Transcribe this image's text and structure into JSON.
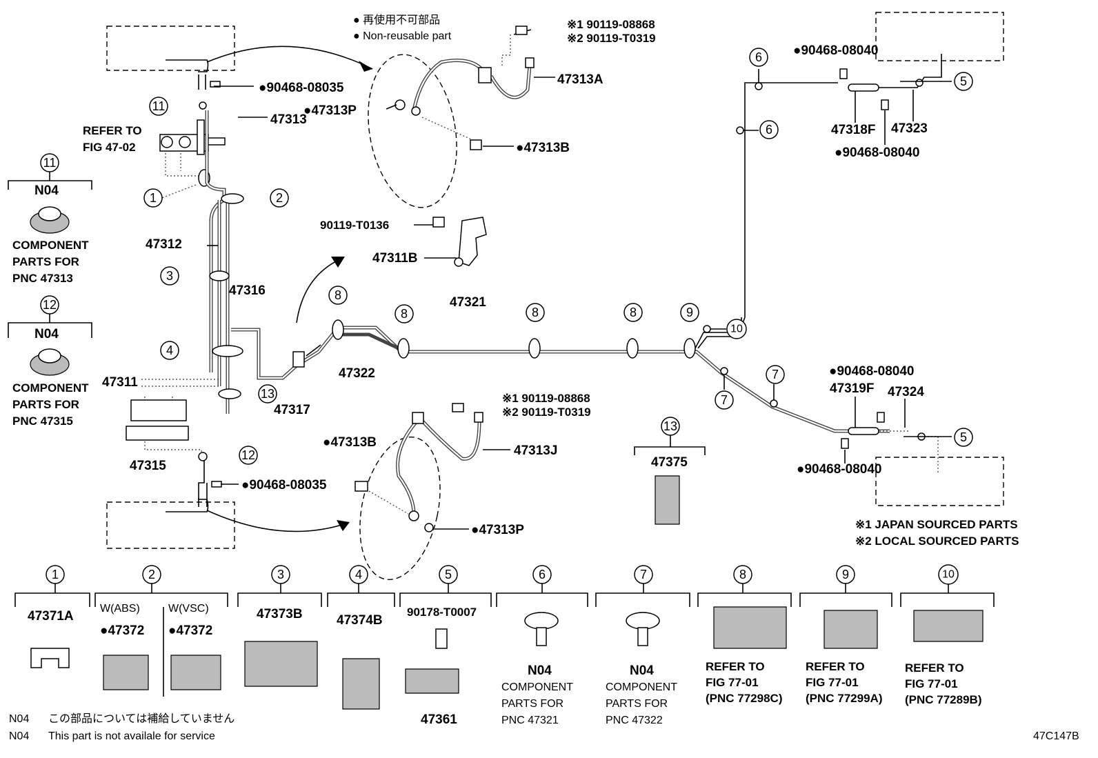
{
  "legend": {
    "jp": "● 再使用不可部品",
    "en": "● Non-reusable part",
    "note1": "※1 JAPAN SOURCED PARTS",
    "note2": "※2 LOCAL SOURCED PARTS"
  },
  "n04_note": {
    "code1": "N04",
    "jp": "この部品については補給していません",
    "code2": "N04",
    "en": "This part is not availale for service"
  },
  "figure_id": "47C147B",
  "refer_fig": {
    "line1": "REFER TO",
    "line2": "FIG 47-02"
  },
  "callouts": {
    "c1": "1",
    "c2": "2",
    "c3": "3",
    "c4": "4",
    "c5": "5",
    "c6": "6",
    "c7": "7",
    "c8": "8",
    "c9": "9",
    "c10": "10",
    "c11": "11",
    "c12": "12",
    "c13": "13"
  },
  "labels": {
    "p47313": "47313",
    "p47312": "47312",
    "p47316": "47316",
    "p47311": "47311",
    "p47317": "47317",
    "p47315": "47315",
    "p47322": "47322",
    "p47321": "47321",
    "p47311B": "47311B",
    "p90119_T0136": "90119-T0136",
    "p47313P_top": "●47313P",
    "p47313A": "47313A",
    "p47313B_top": "●47313B",
    "s1_top": "※1 90119-08868",
    "s2_top": "※2 90119-T0319",
    "p90468_08035_top": "●90468-08035",
    "p90468_08035_bot": "●90468-08035",
    "s1_bot": "※1 90119-08868",
    "s2_bot": "※2 90119-T0319",
    "p47313J": "47313J",
    "p47313B_bot": "●47313B",
    "p47313P_bot": "●47313P",
    "p47375": "47375",
    "p90468_08040_a": "●90468-08040",
    "p47318F": "47318F",
    "p47323": "47323",
    "p90468_08040_b": "●90468-08040",
    "p90468_08040_c": "●90468-08040",
    "p47319F": "47319F",
    "p47324": "47324",
    "p90468_08040_d": "●90468-08040"
  },
  "side_items": [
    {
      "num": "11",
      "code": "N04",
      "text1": "COMPONENT",
      "text2": "PARTS FOR",
      "text3": "PNC 47313"
    },
    {
      "num": "12",
      "code": "N04",
      "text1": "COMPONENT",
      "text2": "PARTS FOR",
      "text3": "PNC 47315"
    }
  ],
  "bottom_items": [
    {
      "num": "1",
      "part": "47371A"
    },
    {
      "num": "2",
      "sub1": "W(ABS)",
      "part1": "●47372",
      "sub2": "W(VSC)",
      "part2": "●47372"
    },
    {
      "num": "3",
      "part": "47373B"
    },
    {
      "num": "4",
      "part": "47374B"
    },
    {
      "num": "5",
      "part": "90178-T0007",
      "part2": "47361"
    },
    {
      "num": "6",
      "code": "N04",
      "text1": "COMPONENT",
      "text2": "PARTS FOR",
      "text3": "PNC 47321"
    },
    {
      "num": "7",
      "code": "N04",
      "text1": "COMPONENT",
      "text2": "PARTS FOR",
      "text3": "PNC 47322"
    },
    {
      "num": "8",
      "text1": "REFER TO",
      "text2": "FIG 77-01",
      "text3": "(PNC 77298C)"
    },
    {
      "num": "9",
      "text1": "REFER TO",
      "text2": "FIG 77-01",
      "text3": "(PNC 77299A)"
    },
    {
      "num": "10",
      "text1": "REFER TO",
      "text2": "FIG 77-01",
      "text3": "(PNC 77289B)"
    }
  ]
}
